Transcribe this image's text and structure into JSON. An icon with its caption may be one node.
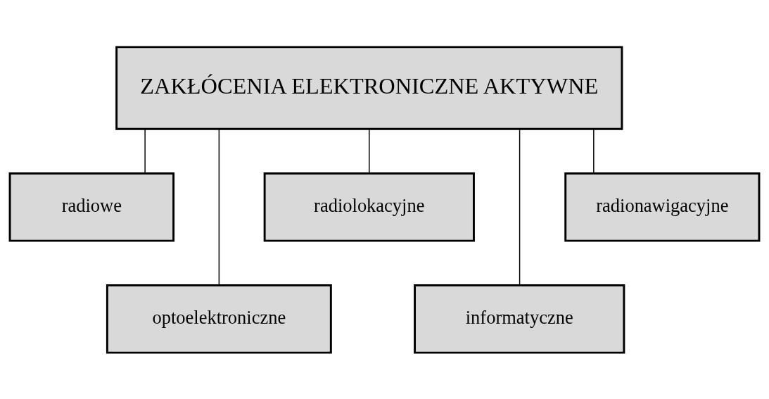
{
  "diagram": {
    "nodes": [
      {
        "text": [
          "ZAKŁÓCENIA ELEKTRONICZNE AKTYWNE"
        ]
      },
      {
        "text": [
          "radiowe"
        ]
      },
      {
        "text": [
          "optoelektroniczne"
        ]
      },
      {
        "text": [
          "radiolokacyjne"
        ]
      },
      {
        "text": [
          "informatyczne"
        ]
      },
      {
        "text": [
          "radionawigacyjne"
        ]
      }
    ],
    "edges": [
      {
        "from": 0,
        "to": 1,
        "arrow": "none"
      },
      {
        "from": 0,
        "to": 2,
        "arrow": "none"
      },
      {
        "from": 0,
        "to": 3,
        "arrow": "none"
      },
      {
        "from": 0,
        "to": 4,
        "arrow": "none"
      },
      {
        "from": 0,
        "to": 5,
        "arrow": "none"
      }
    ]
  }
}
